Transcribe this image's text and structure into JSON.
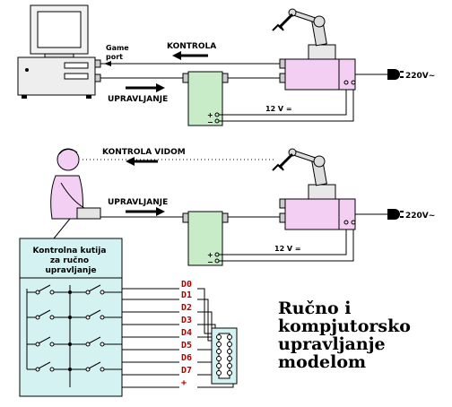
{
  "labels": {
    "game_port": "Game\nport",
    "kontrola": "KONTROLA",
    "upravljanje_top": "UPRAVLJANJE",
    "v12_top": "12 V =",
    "v220_top": "220V~",
    "kontrola_vidom": "KONTROLA VIDOM",
    "upravljanje_bottom": "UPRAVLJANJE",
    "v12_bottom": "12 V =",
    "v220_bottom": "220V~",
    "plus": "+",
    "minus": "−"
  },
  "control_box": {
    "title": "Kontrolna kutija\nza ručno\nupravljanje"
  },
  "data_lines": [
    "D0",
    "D1",
    "D2",
    "D3",
    "D4",
    "D5",
    "D6",
    "D7",
    "+"
  ],
  "caption": "Ručno i\nkompjutorsko\nupravljanje\nmodelom",
  "colors": {
    "robot_body": "#f4cff4",
    "power_supply": "#c8ecc8",
    "control_box": "#d4f2f2",
    "monitor_screen": "#ffffff",
    "wire": "#000000",
    "data_label": "#b00000"
  }
}
